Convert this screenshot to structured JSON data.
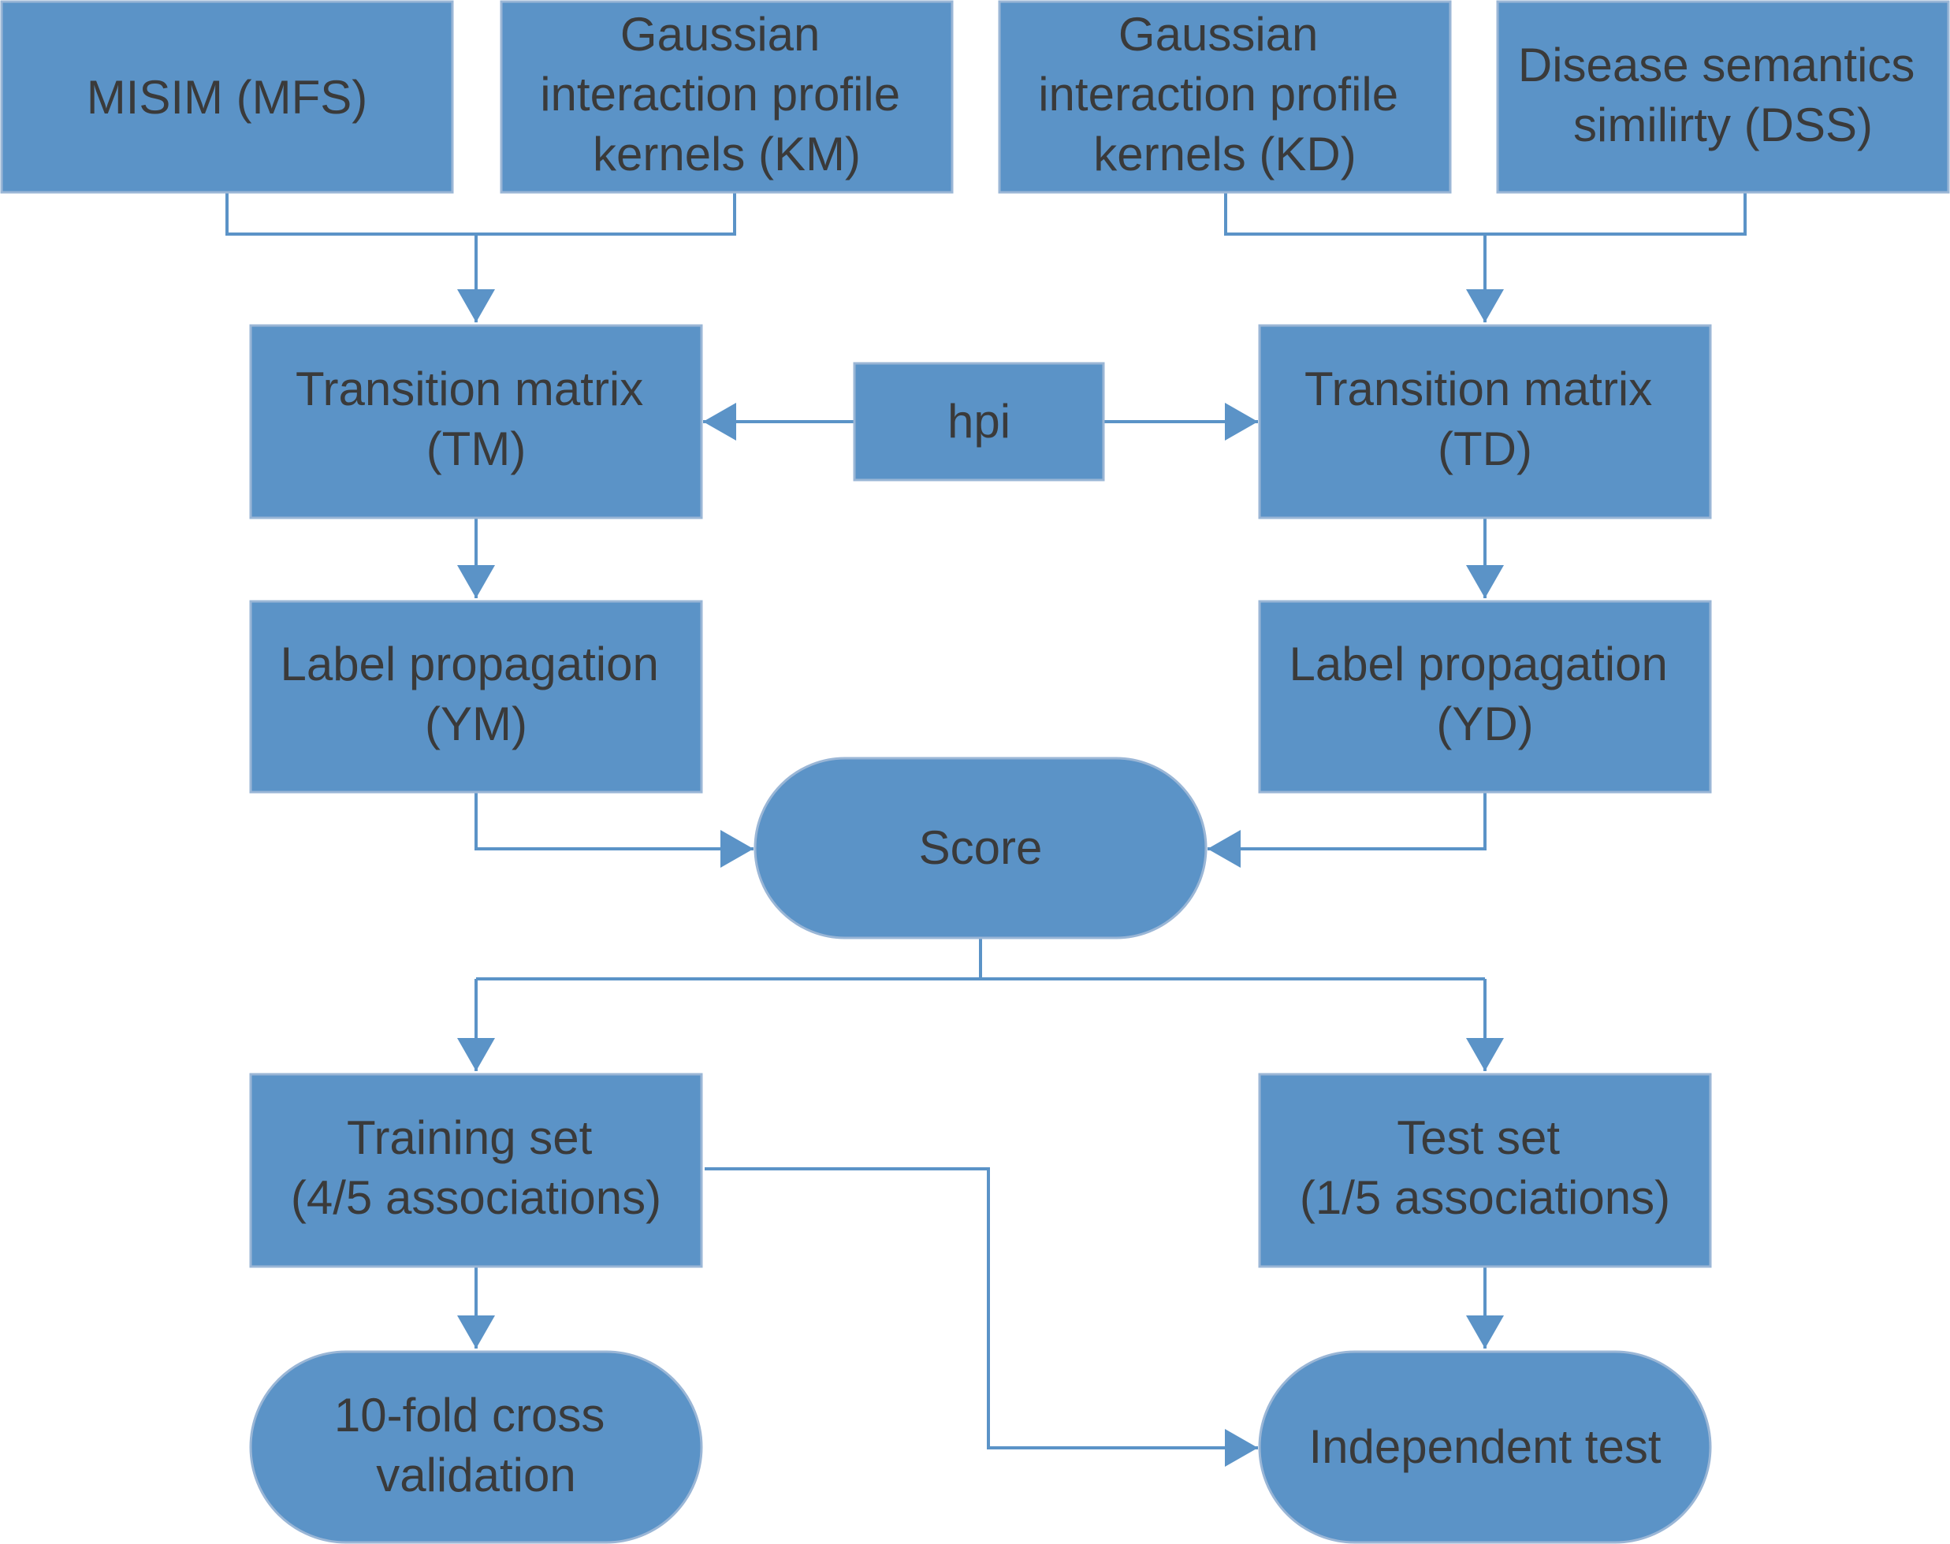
{
  "colors": {
    "node_fill": "#5b93c7",
    "node_stroke": "#9ab6d6",
    "connector": "#5b93c7",
    "text": "#3a3a3a",
    "background": "#ffffff"
  },
  "nodes": {
    "misim": {
      "lines": [
        "MISIM (MFS)"
      ]
    },
    "gip_km": {
      "lines": [
        "Gaussian",
        "interaction profile",
        "kernels (KM)"
      ]
    },
    "gip_kd": {
      "lines": [
        "Gaussian",
        "interaction profile",
        "kernels (KD)"
      ]
    },
    "dss": {
      "lines": [
        "Disease semantics",
        "similirty (DSS)"
      ]
    },
    "tm": {
      "lines": [
        "Transition matrix",
        "(TM)"
      ]
    },
    "hpi": {
      "lines": [
        "hpi"
      ]
    },
    "td": {
      "lines": [
        "Transition matrix",
        "(TD)"
      ]
    },
    "ym": {
      "lines": [
        "Label propagation",
        "(YM)"
      ]
    },
    "yd": {
      "lines": [
        "Label propagation",
        "(YD)"
      ]
    },
    "score": {
      "lines": [
        "Score"
      ]
    },
    "training": {
      "lines": [
        "Training set",
        "(4/5 associations)"
      ]
    },
    "test": {
      "lines": [
        "Test set",
        "(1/5 associations)"
      ]
    },
    "cv": {
      "lines": [
        "10-fold cross",
        "validation"
      ]
    },
    "independent": {
      "lines": [
        "Independent test"
      ]
    }
  }
}
